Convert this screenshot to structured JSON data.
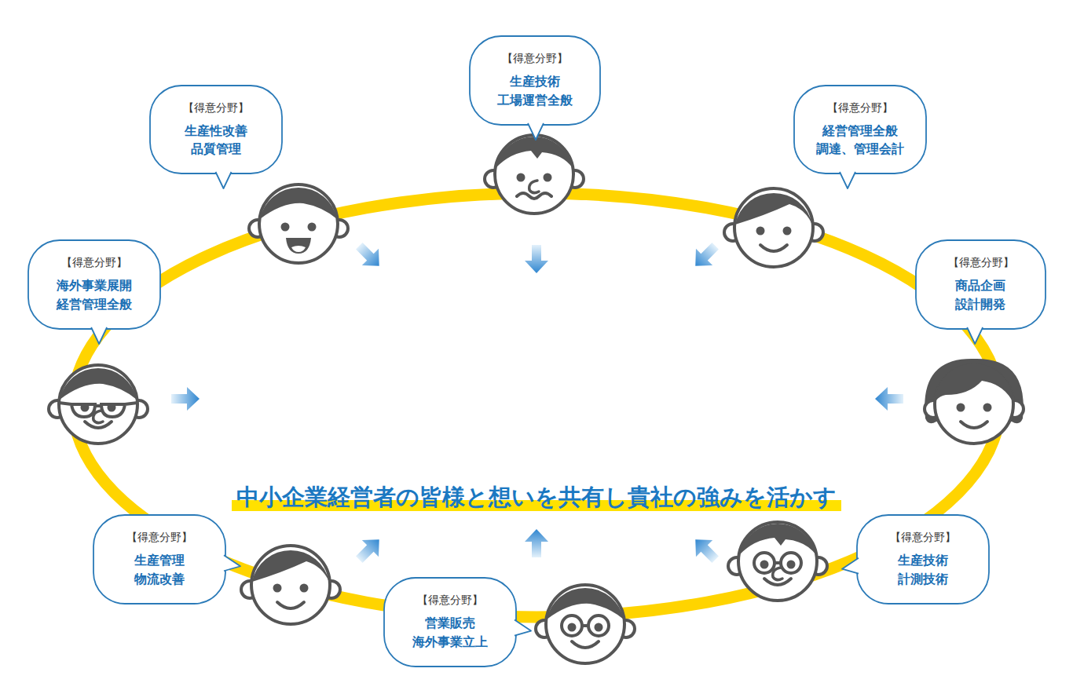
{
  "diagram": {
    "nodes": [
      {
        "text": [
          "【得意分野】",
          "生産性改善 品質管理"
        ]
      },
      {
        "text": [
          "【得意分野】",
          "生産技術 工場運営全般"
        ]
      },
      {
        "text": [
          "【得意分野】",
          "経営管理全般 調達、管理会計"
        ]
      },
      {
        "text": [
          "【得意分野】",
          "海外事業展開 経営管理全般"
        ]
      },
      {
        "text": [
          "【得意分野】",
          "商品企画 設計開発"
        ]
      },
      {
        "text": [
          "【得意分野】",
          "生産管理 物流改善"
        ]
      },
      {
        "text": [
          "【得意分野】",
          "営業販売 海外事業立上"
        ]
      },
      {
        "text": [
          "【得意分野】",
          "生産技術 計測技術"
        ]
      }
    ],
    "labels": [
      "中小企業経営者の皆様と想いを共有し貴社の強みを活かす"
    ]
  }
}
